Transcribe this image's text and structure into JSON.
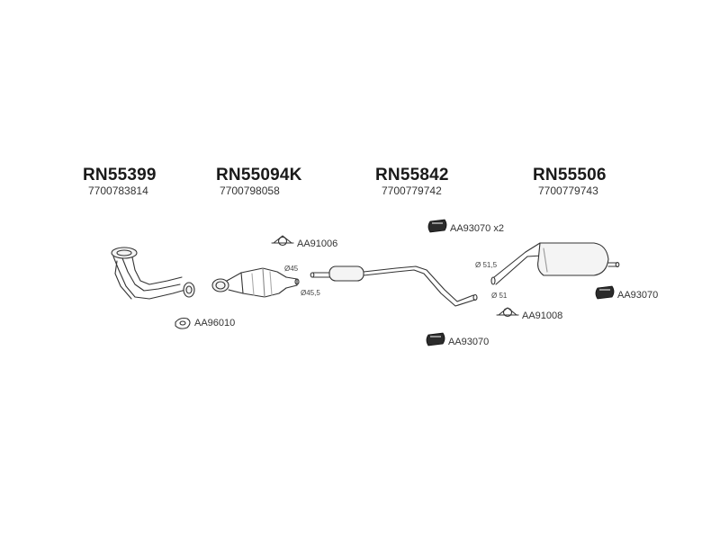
{
  "assemblies": [
    {
      "code": "RN55399",
      "oem": "7700783814"
    },
    {
      "code": "RN55094K",
      "oem": "7700798058"
    },
    {
      "code": "RN55842",
      "oem": "7700779742"
    },
    {
      "code": "RN55506",
      "oem": "7700779743"
    }
  ],
  "accessories": {
    "clamp_1": "AA91006",
    "gasket_1": "AA96010",
    "hanger_x2": "AA93070 x2",
    "hanger_mid": "AA93070",
    "hanger_right": "AA93070",
    "clamp_2": "AA91008"
  },
  "dimensions": {
    "d1": "Ø45",
    "d2": "Ø45,5",
    "d3": "Ø 51,5",
    "d4": "Ø 51"
  }
}
